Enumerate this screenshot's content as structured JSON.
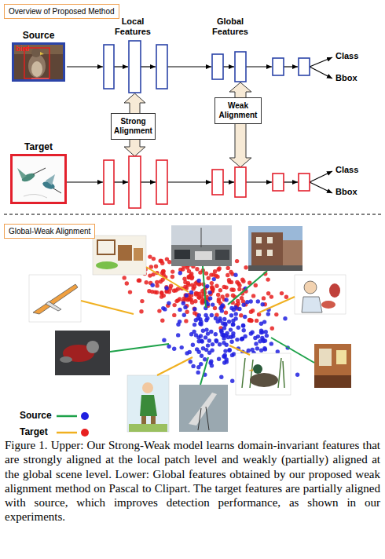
{
  "diagram": {
    "caption": "Figure 1. Upper: Our Strong-Weak model learns domain-invariant features that are strongly aligned at the local patch level and weakly (partially) aligned at the global scene level. Lower: Global features obtained by our proposed weak alignment method on Pascal to Clipart. The target features are partially aligned with source, which improves detection performance, as shown in our experiments.",
    "nodes": [
      {
        "text": [
          "Overview of Proposed Method"
        ]
      },
      {
        "text": [
          "Source",
          "bird"
        ]
      },
      {
        "text": [
          "Strong Alignment"
        ]
      },
      {
        "text": [
          "Weak Alignment"
        ]
      },
      {
        "text": [
          "Target"
        ]
      },
      {
        "text": [
          "Global-Weak Alignment"
        ]
      }
    ],
    "labels": [
      "Local Features",
      "Global Features",
      "Class",
      "Bbox",
      "Class",
      "Bbox"
    ],
    "legend": [
      {
        "text": "Source"
      },
      {
        "text": "Target"
      }
    ]
  }
}
